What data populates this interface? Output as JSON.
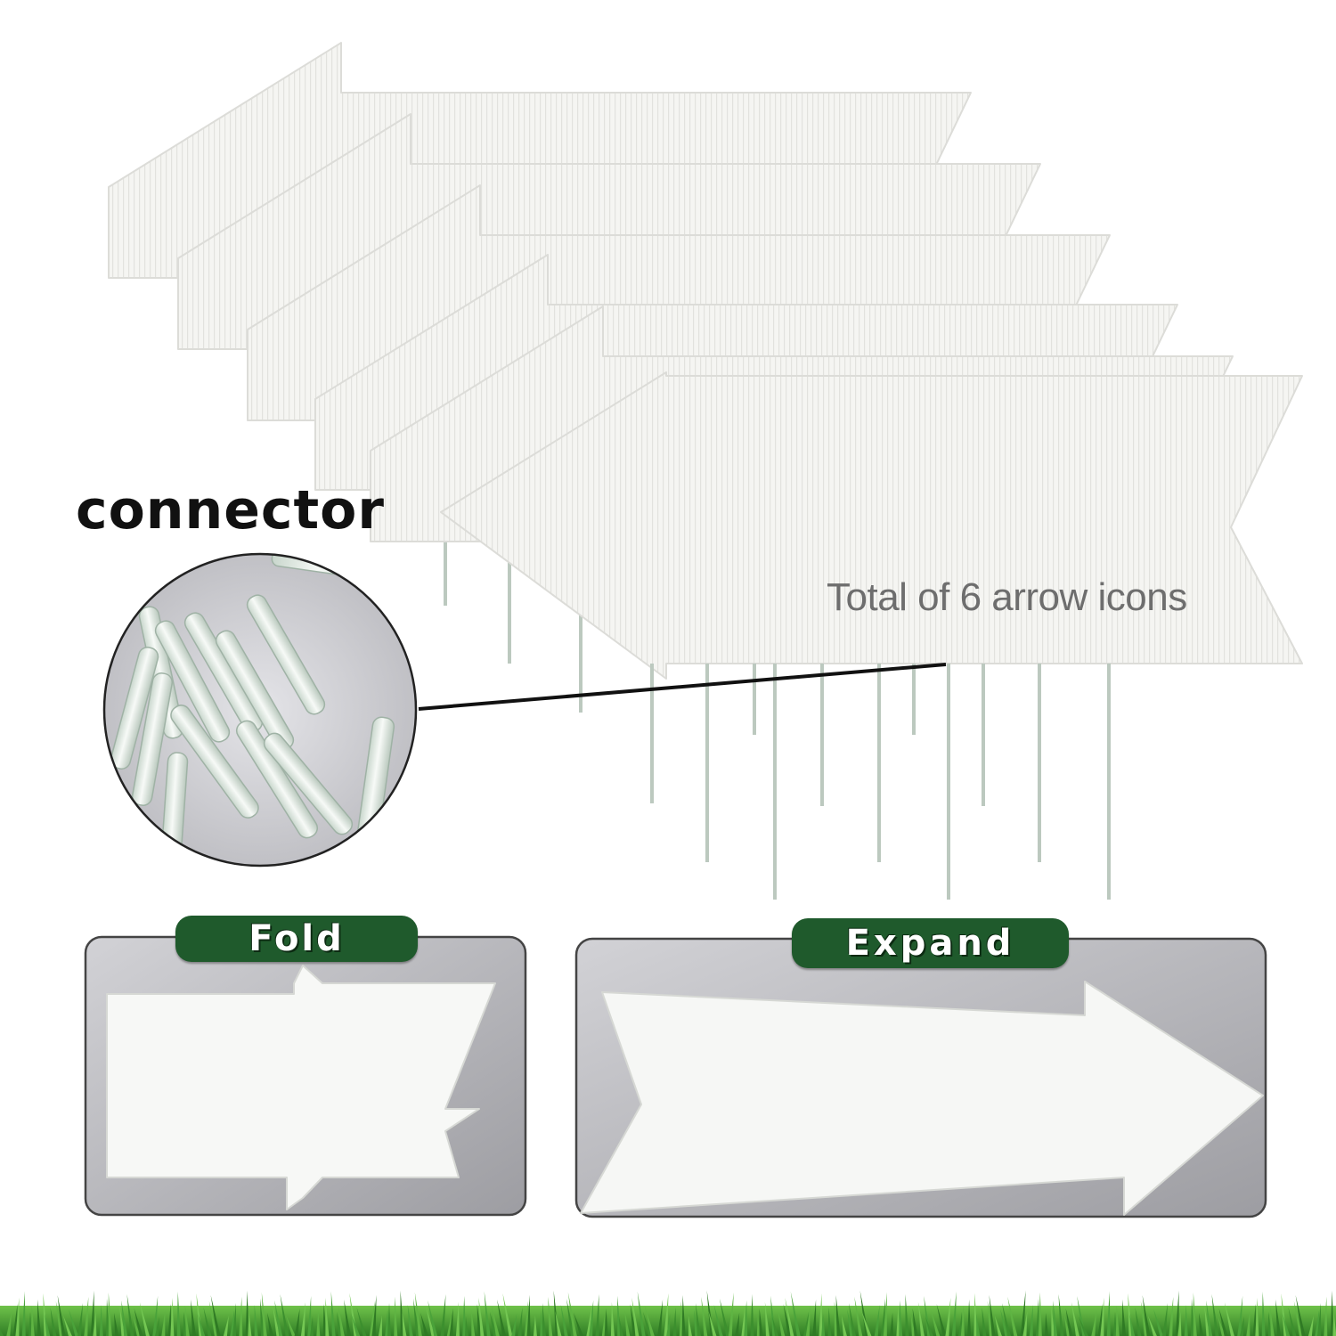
{
  "labels": {
    "connector": "connector",
    "total": "Total of 6 arrow icons",
    "fold": "Fold",
    "expand": "Expand"
  },
  "colors": {
    "badge": "#1f5a2c",
    "grass": "#3f9d32",
    "sign": "#f4f4f1"
  },
  "icons": [
    "arrow-sign-icon",
    "stake-icon",
    "connector-tube-icon",
    "grass-border-icon"
  ],
  "arrow_count": 6
}
